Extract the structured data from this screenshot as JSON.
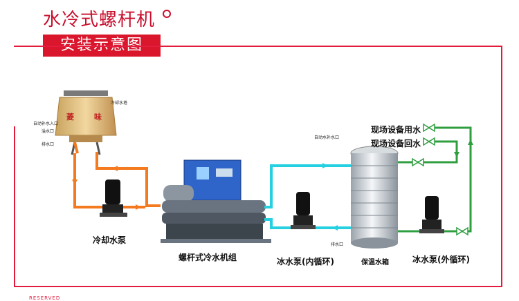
{
  "title": "水冷式螺杆机",
  "subtitle": "安装示意图",
  "tower": {
    "brand_left": "菱",
    "brand_right": "味",
    "label": "冷却水塔",
    "inlet_auto": "自动补水入口",
    "overflow": "溢水口",
    "drain": "排水口"
  },
  "labels": {
    "cooling_pump": "冷却水泵",
    "chiller": "螺杆式冷水机组",
    "inner_pump": "冰水泵(内循环)",
    "tank": "保温水箱",
    "outer_pump": "冰水泵(外循环)",
    "site_use": "现场设备用水",
    "site_return": "现场设备回水",
    "auto_fill": "自动水补水口",
    "drain_outlet": "排水口"
  },
  "footer": "RESERVED",
  "colors": {
    "accent": "#e31c3d",
    "cooling_pipe": "#f47a20",
    "chilled_pipe": "#25d0e0",
    "return_pipe": "#2e9e3f"
  }
}
